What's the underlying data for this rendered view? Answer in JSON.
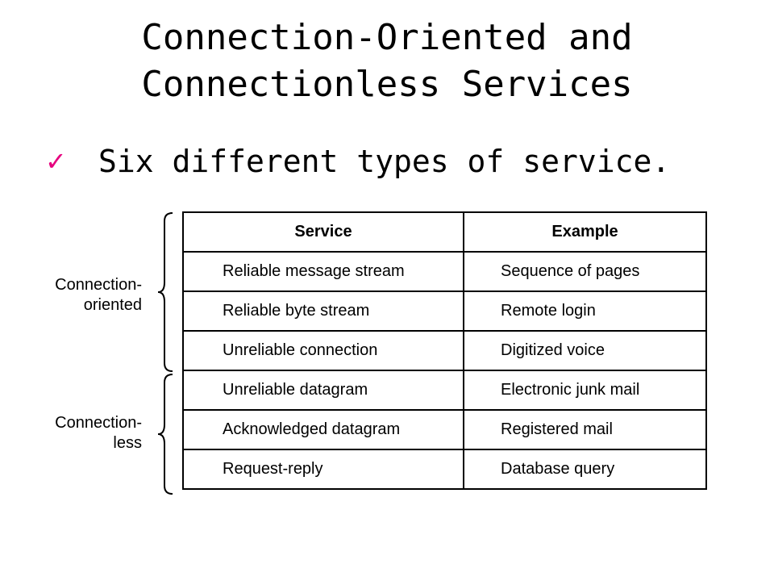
{
  "slide": {
    "title_line1": "Connection-Oriented and",
    "title_line2": "Connectionless Services",
    "bullet_icon": "checkmark-icon",
    "bullet_color": "#e6007e",
    "bullet_text": "Six different types of service."
  },
  "groups": [
    {
      "line1": "Connection-",
      "line2": "oriented"
    },
    {
      "line1": "Connection-",
      "line2": "less"
    }
  ],
  "table": {
    "headers": [
      "Service",
      "Example"
    ],
    "rows": [
      [
        "Reliable message stream",
        "Sequence of pages"
      ],
      [
        "Reliable byte stream",
        "Remote login"
      ],
      [
        "Unreliable connection",
        "Digitized voice"
      ],
      [
        "Unreliable datagram",
        "Electronic junk mail"
      ],
      [
        "Acknowledged datagram",
        "Registered mail"
      ],
      [
        "Request-reply",
        "Database query"
      ]
    ]
  }
}
